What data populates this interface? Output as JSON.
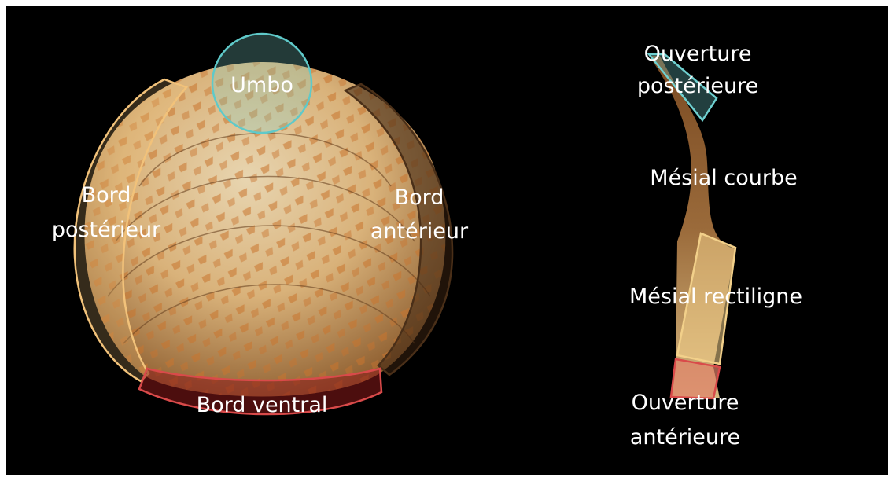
{
  "colors": {
    "background": "#000000",
    "label_text": "#ffffff",
    "umbo_outline": "#5fc9c9",
    "posterior_outline": "#f2c27a",
    "anterior_outline": "#4a2f18",
    "ventral_outline": "#d94a4a",
    "mesial_rect_outline": "#f2d08a",
    "ant_opening_outline": "#d94a4a",
    "post_opening_outline": "#6fd0d0"
  },
  "shell_face": {
    "umbo": "Umbo",
    "bord_posterieur": [
      "Bord",
      "postérieur"
    ],
    "bord_anterieur": [
      "Bord",
      "antérieur"
    ],
    "bord_ventral": "Bord ventral"
  },
  "shell_edge": {
    "ouverture_posterieure": [
      "Ouverture",
      "postérieure"
    ],
    "mesial_courbe": "Mésial courbe",
    "mesial_rectiligne": "Mésial rectiligne",
    "ouverture_anterieure": [
      "Ouverture",
      "antérieure"
    ]
  }
}
